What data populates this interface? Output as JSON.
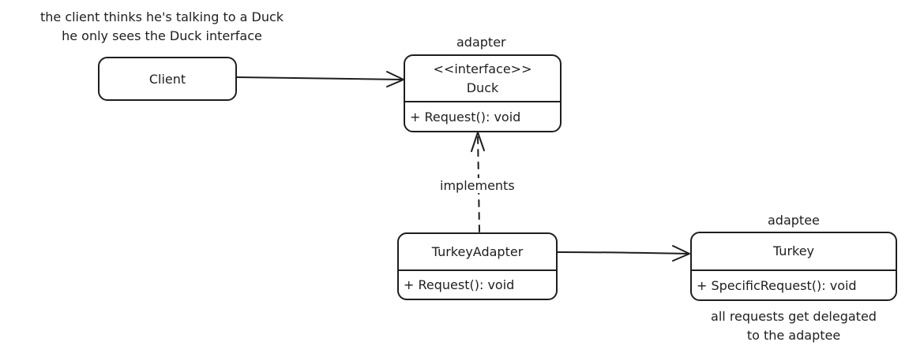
{
  "notes": {
    "client_line1": "the client thinks he's talking to a Duck",
    "client_line2": "he only sees the Duck interface",
    "adaptee_line1": "all requests get delegated",
    "adaptee_line2": "to the adaptee"
  },
  "client": {
    "name": "Client"
  },
  "duck": {
    "role": "adapter",
    "stereotype": "<<interface>>",
    "name": "Duck",
    "method": "+ Request(): void"
  },
  "turkey_adapter": {
    "name": "TurkeyAdapter",
    "method": "+ Request(): void"
  },
  "turkey": {
    "role": "adaptee",
    "name": "Turkey",
    "method": "+ SpecificRequest(): void"
  },
  "edges": {
    "implements_label": "implements"
  },
  "colors": {
    "stroke": "#1e1e1e",
    "background": "#ffffff"
  }
}
